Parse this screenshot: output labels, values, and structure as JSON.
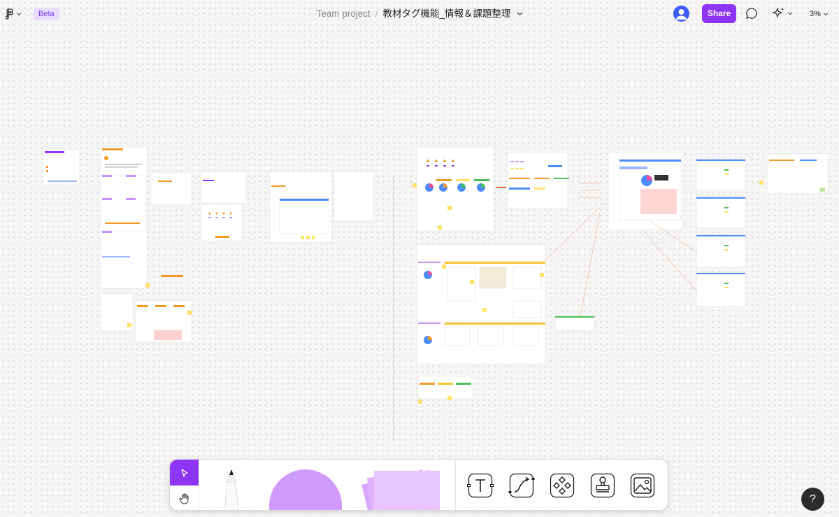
{
  "topbar": {
    "beta_label": "Beta",
    "project_name": "Team project",
    "separator": "/",
    "file_name": "教材タグ機能_情報＆課題整理",
    "share_label": "Share",
    "zoom_level": "3%"
  },
  "help": {
    "label": "?"
  },
  "colors": {
    "accent": "#8d34f5",
    "beta_bg": "#e9dcff",
    "avatar": "#3b5bff",
    "circle_tool": "#d09bff",
    "sticky_tool": "#e9c6ff"
  },
  "toolbar": {
    "tools": [
      "select-tool",
      "hand-tool",
      "pen-tool",
      "shape-tool",
      "sticky-note-tool",
      "text-tool",
      "connector-tool",
      "component-tool",
      "stamp-tool",
      "image-tool"
    ],
    "text_glyph": "T"
  }
}
